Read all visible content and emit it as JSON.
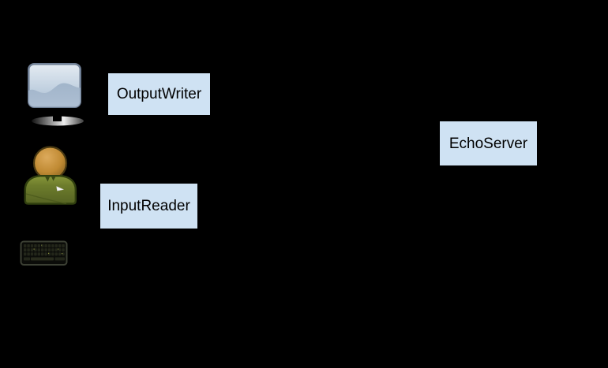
{
  "canvas": {
    "background_color": "#000000"
  },
  "diagram": {
    "nodes": [
      {
        "id": "output-writer",
        "label": "OutputWriter",
        "fill": "#cfe2f3",
        "text_color": "#000000"
      },
      {
        "id": "input-reader",
        "label": "InputReader",
        "fill": "#cfe2f3",
        "text_color": "#000000"
      },
      {
        "id": "echo-server",
        "label": "EchoServer",
        "fill": "#cfe2f3",
        "text_color": "#000000"
      }
    ],
    "icons": [
      {
        "id": "monitor-icon",
        "glyph": "computer-monitor"
      },
      {
        "id": "user-icon",
        "glyph": "person"
      },
      {
        "id": "keyboard-icon",
        "glyph": "keyboard"
      }
    ]
  }
}
